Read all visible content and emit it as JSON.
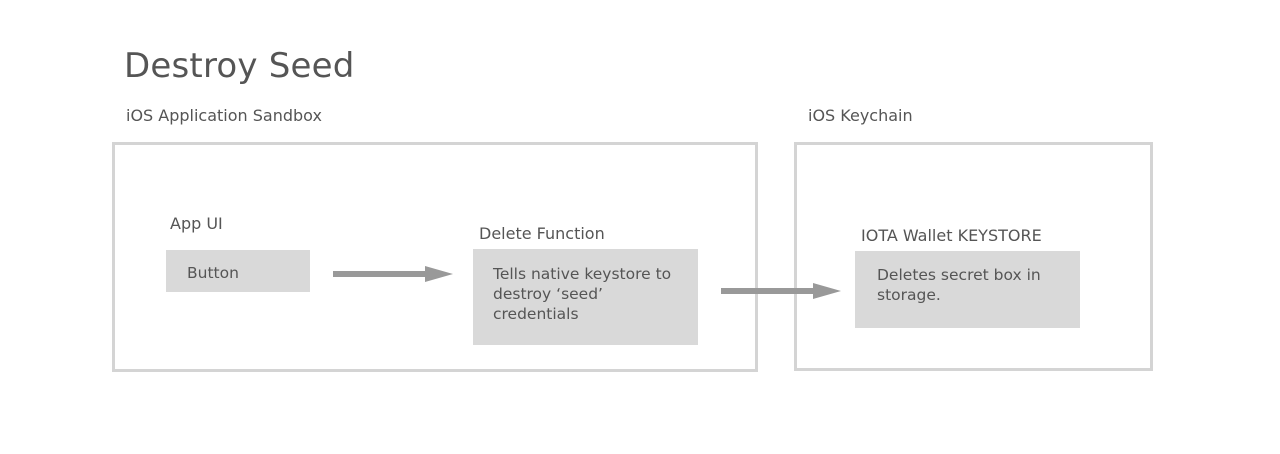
{
  "title": "Destroy Seed",
  "groups": {
    "sandbox": {
      "label": "iOS Application Sandbox"
    },
    "keychain": {
      "label": "iOS Keychain"
    }
  },
  "nodes": {
    "app_ui": {
      "label": "App UI",
      "text": "Button"
    },
    "delete_function": {
      "label": "Delete Function",
      "text": "Tells native keystore to destroy ‘seed’ credentials"
    },
    "keystore": {
      "label": "IOTA Wallet KEYSTORE",
      "text": "Deletes secret box in storage."
    }
  },
  "colors": {
    "frame": "#d4d4d4",
    "box": "#d9d9d9",
    "arrow": "#999999",
    "text": "#555555"
  }
}
